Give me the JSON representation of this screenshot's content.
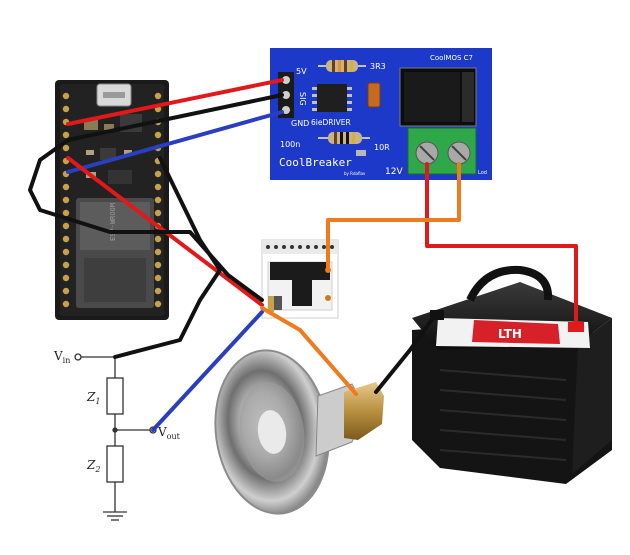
{
  "board": {
    "pins": [
      "5V",
      "SIG",
      "GND"
    ],
    "resistor_top": "3R3",
    "chip_right": "CoolMOS C7",
    "driver": "6ieDRIVER",
    "cap": "100n",
    "resistor_bottom": "10R",
    "brand": "CoolBreaker",
    "brand_small": "by Rdaflav",
    "supply": "12V",
    "load": "Lod"
  },
  "mcu": {
    "module_text": "ESP-WROOM"
  },
  "divider": {
    "vin": "V",
    "vin_sub": "in",
    "z1": "Z",
    "z1_sub": "1",
    "z2": "Z",
    "z2_sub": "2",
    "vout": "V",
    "vout_sub": "out"
  },
  "battery": {
    "label": "LTH"
  },
  "colors": {
    "board_blue": "#1d39c9",
    "wire_red": "#e0191b",
    "wire_black": "#111111",
    "wire_blue": "#2a3fbf",
    "wire_orange": "#f07a1e",
    "terminal_green": "#2fa84a"
  }
}
